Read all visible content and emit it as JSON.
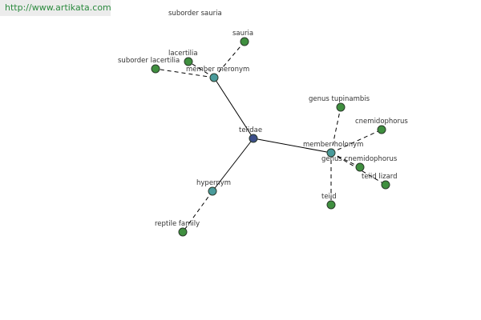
{
  "watermark": "http://www.artikata.com",
  "colors": {
    "center": "#3d4f8a",
    "relation": "#4a9b9b",
    "leaf": "#3f8f3f",
    "stroke": "#2b3a2b"
  },
  "nodes": [
    {
      "id": "teiidae",
      "label": "teiidae",
      "kind": "center"
    },
    {
      "id": "member-meronym",
      "label": "member meronym",
      "kind": "relation"
    },
    {
      "id": "member-holonym",
      "label": "member holonym",
      "kind": "relation"
    },
    {
      "id": "hypernym",
      "label": "hypernym",
      "kind": "relation"
    },
    {
      "id": "suborder-sauria",
      "label": "suborder sauria",
      "kind": "leaf"
    },
    {
      "id": "sauria",
      "label": "sauria",
      "kind": "leaf"
    },
    {
      "id": "lacertilia",
      "label": "lacertilia",
      "kind": "leaf"
    },
    {
      "id": "suborder-lacertilia",
      "label": "suborder lacertilia",
      "kind": "leaf"
    },
    {
      "id": "genus-tupinambis",
      "label": "genus tupinambis",
      "kind": "leaf"
    },
    {
      "id": "cnemidophorus",
      "label": "cnemidophorus",
      "kind": "leaf"
    },
    {
      "id": "genus-cnemidophorus",
      "label": "genus cnemidophorus",
      "kind": "leaf"
    },
    {
      "id": "teiid-lizard",
      "label": "teiid lizard",
      "kind": "leaf"
    },
    {
      "id": "teiid",
      "label": "teiid",
      "kind": "leaf"
    },
    {
      "id": "reptile-family",
      "label": "reptile family",
      "kind": "leaf"
    }
  ],
  "edges": [
    {
      "from": "teiidae",
      "to": "member-meronym",
      "style": "solid"
    },
    {
      "from": "teiidae",
      "to": "member-holonym",
      "style": "solid"
    },
    {
      "from": "teiidae",
      "to": "hypernym",
      "style": "solid"
    },
    {
      "from": "member-meronym",
      "to": "suborder-sauria",
      "style": "dashed"
    },
    {
      "from": "member-meronym",
      "to": "sauria",
      "style": "dashed"
    },
    {
      "from": "member-meronym",
      "to": "lacertilia",
      "style": "dashed"
    },
    {
      "from": "member-meronym",
      "to": "suborder-lacertilia",
      "style": "dashed"
    },
    {
      "from": "member-holonym",
      "to": "genus-tupinambis",
      "style": "dashed"
    },
    {
      "from": "member-holonym",
      "to": "cnemidophorus",
      "style": "dashed"
    },
    {
      "from": "member-holonym",
      "to": "genus-cnemidophorus",
      "style": "dashed"
    },
    {
      "from": "member-holonym",
      "to": "teiid-lizard",
      "style": "dashed"
    },
    {
      "from": "member-holonym",
      "to": "teiid",
      "style": "dashed"
    },
    {
      "from": "hypernym",
      "to": "reptile-family",
      "style": "dashed"
    }
  ]
}
